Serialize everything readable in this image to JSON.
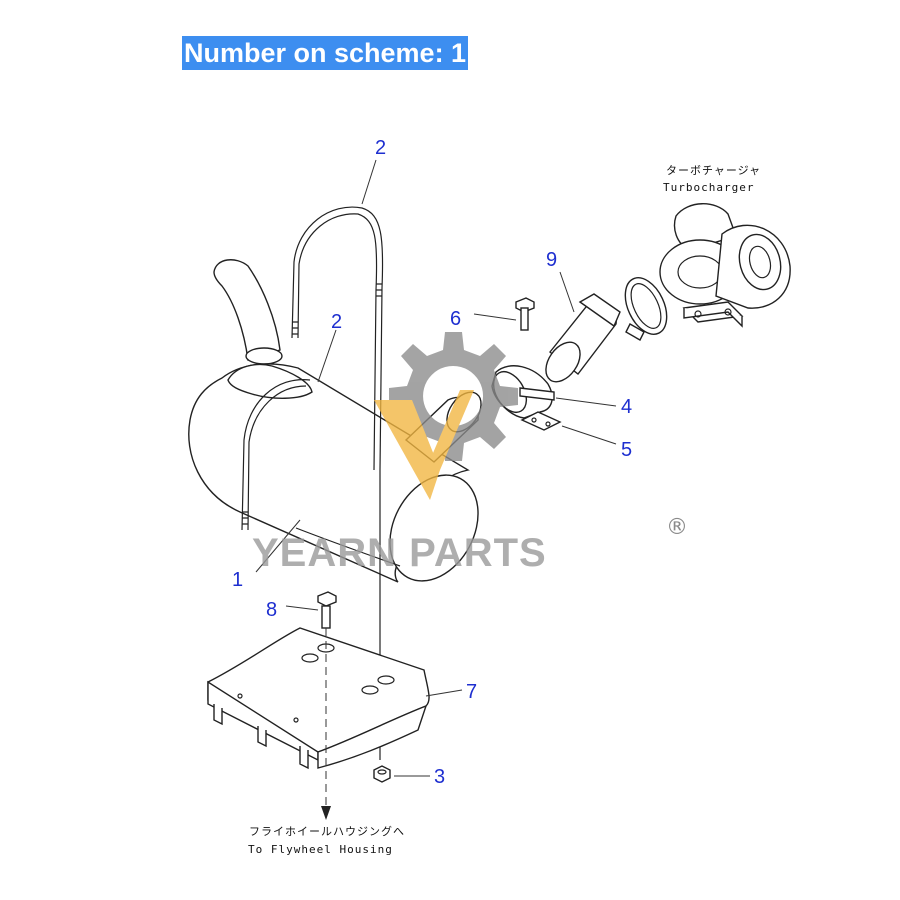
{
  "header": {
    "title": "Number on scheme: 1"
  },
  "callouts": [
    "1",
    "2",
    "2",
    "3",
    "4",
    "5",
    "6",
    "7",
    "8",
    "9"
  ],
  "labels": {
    "turbo_jp": "ターボチャージャ",
    "turbo_en": "Turbocharger",
    "flywheel_jp": "フライホイールハウジングへ",
    "flywheel_en": "To Flywheel Housing"
  },
  "watermark": {
    "brand": "YEARN PARTS",
    "registered": "®"
  },
  "colors": {
    "title_bg": "#3d8ef0",
    "callout": "#1e2fd0",
    "watermark_gray": "#8a8a8a",
    "watermark_gold": "#f2b640"
  }
}
